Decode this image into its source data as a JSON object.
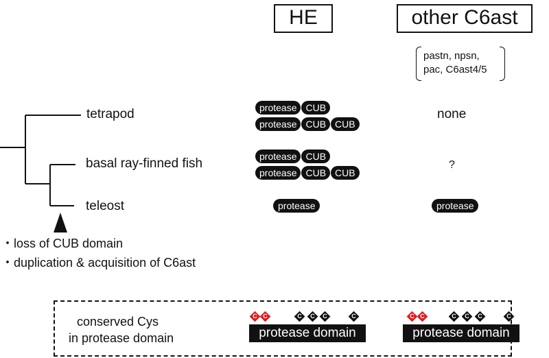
{
  "headers": {
    "he": "HE",
    "other": "other C6ast"
  },
  "other_list": {
    "line1": "pastn, npsn,",
    "line2": "pac, C6ast4/5"
  },
  "taxa": {
    "tetrapod": "tetrapod",
    "basal": "basal ray-finned fish",
    "teleost": "teleost"
  },
  "domains": {
    "protease": "protease",
    "cub": "CUB"
  },
  "other_results": {
    "tetrapod": "none",
    "basal": "?"
  },
  "events": {
    "loss": "・loss of CUB domain",
    "duplication": "・duplication & acquisition of C6ast"
  },
  "conserved": {
    "line1": "conserved Cys",
    "line2": "in protease domain",
    "domain_label": "protease domain",
    "cys_letter": "C",
    "cys_pattern": [
      "red",
      "red",
      "black",
      "black",
      "black",
      "black"
    ]
  },
  "colors": {
    "conserved_red": "#e31a1c",
    "dark": "#111111"
  }
}
